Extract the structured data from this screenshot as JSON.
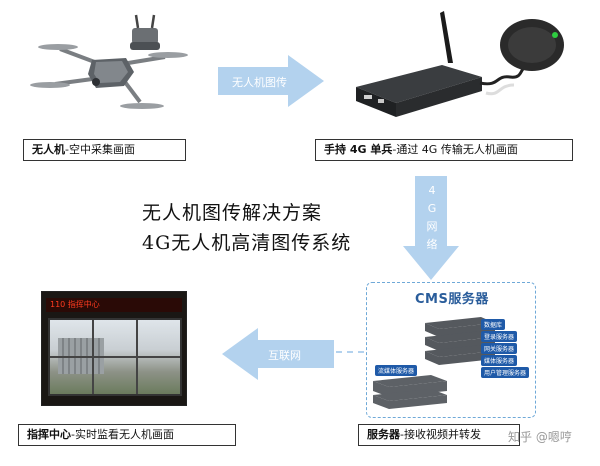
{
  "captions": {
    "drone": {
      "bold": "无人机",
      "rest": "-空中采集画面"
    },
    "handheld": {
      "bold": "手持 4G 单兵",
      "rest": "-通过 4G 传输无人机画面"
    },
    "command": {
      "bold": "指挥中心",
      "rest": "-实时监看无人机画面"
    },
    "server": {
      "bold": "服务器",
      "rest": "-接收视频并转发"
    }
  },
  "arrows": {
    "drone_to_handheld": "无人机图传",
    "network_4g": [
      "4",
      "G",
      "网",
      "络"
    ],
    "internet": "互联网"
  },
  "title": {
    "line1": "无人机图传解决方案",
    "line2": "4G无人机高清图传系统"
  },
  "cms": {
    "title": "CMS服务器",
    "tags": [
      "数据库",
      "登录服务器",
      "网关服务器",
      "媒体服务器",
      "用户管理服务器"
    ],
    "left_tag": "流媒体服务器"
  },
  "monitor_banner": "110 指挥中心",
  "watermark": "知乎 @嗯哼",
  "colors": {
    "arrow": "#b3d2ee",
    "accent": "#1f5aa8"
  }
}
